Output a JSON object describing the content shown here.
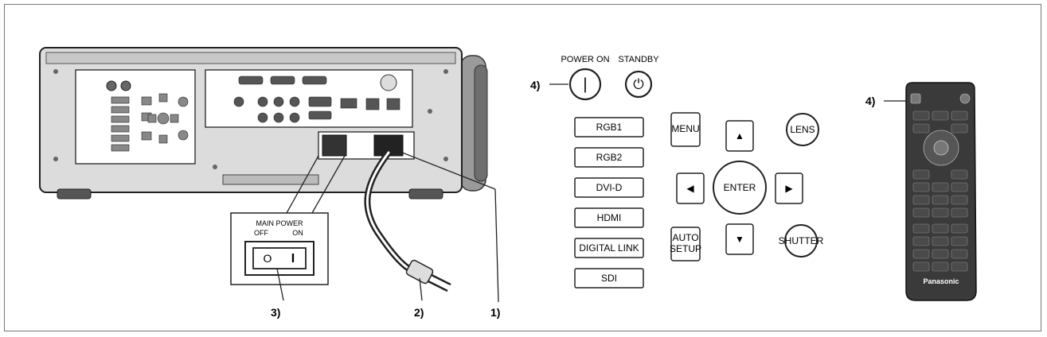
{
  "callouts": {
    "power_on_callout": "4)",
    "remote_callout": "4)",
    "cord_socket_callout": "1)",
    "plug_callout": "2)",
    "switch_callout": "3)"
  },
  "projector_panel": {
    "main_power_label": "MAIN POWER",
    "off_label": "OFF",
    "on_label": "ON",
    "switch_off_symbol": "O",
    "switch_on_symbol": "I"
  },
  "control_panel": {
    "power_on_label": "POWER ON",
    "standby_label": "STANDBY",
    "power_on_symbol": "|",
    "standby_symbol": "⏻",
    "input_buttons": [
      "RGB1",
      "RGB2",
      "DVI-D",
      "HDMI",
      "DIGITAL LINK",
      "SDI"
    ],
    "menu_label": "MENU",
    "lens_label": "LENS",
    "enter_label": "ENTER",
    "shutter_label": "SHUTTER",
    "auto_setup_line1": "AUTO",
    "auto_setup_line2": "SETUP",
    "arrow_up": "▲",
    "arrow_down": "▼",
    "arrow_left": "◀",
    "arrow_right": "▶"
  },
  "remote": {
    "brand": "Panasonic"
  },
  "colors": {
    "outline": "#222222",
    "projector_body": "#e4e4e4",
    "remote_body": "#3a3a3a"
  }
}
